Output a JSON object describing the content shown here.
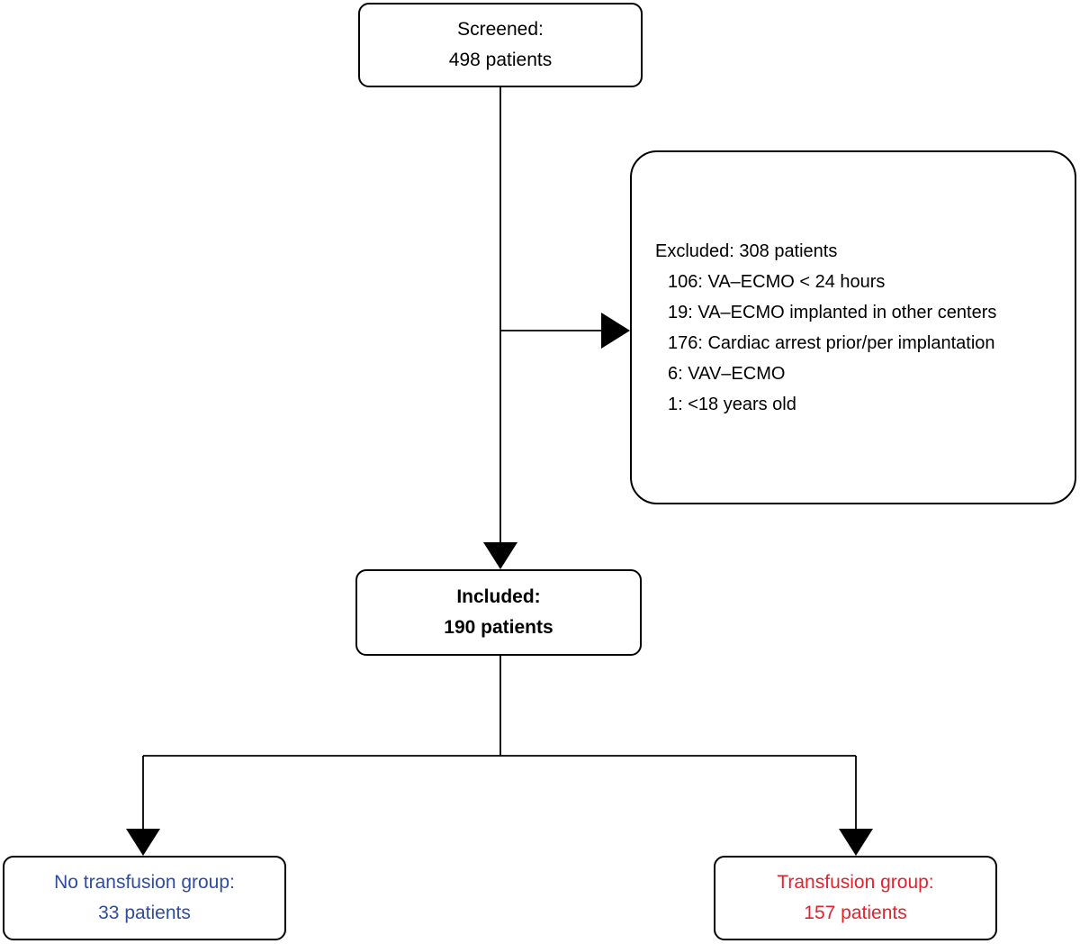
{
  "colors": {
    "blue": "#2d4da1",
    "red": "#e4222a",
    "line": "#000000"
  },
  "boxes": {
    "screened": {
      "line1": "Screened:",
      "line2": "498 patients"
    },
    "excluded": {
      "title": "Excluded: 308 patients",
      "items": [
        "106: VA–ECMO < 24 hours",
        "19: VA–ECMO implanted in other centers",
        "176: Cardiac arrest prior/per implantation",
        "6: VAV–ECMO",
        "1: <18 years old"
      ]
    },
    "included": {
      "line1": "Included:",
      "line2": "190 patients"
    },
    "no_transfusion": {
      "line1": "No transfusion group:",
      "line2": "33 patients"
    },
    "transfusion": {
      "line1": "Transfusion group:",
      "line2": "157 patients"
    }
  }
}
